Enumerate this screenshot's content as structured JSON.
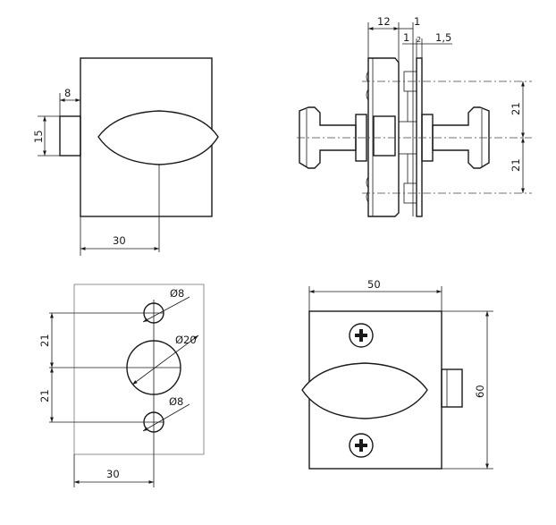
{
  "drawing": {
    "views": [
      "front-view",
      "side-view",
      "drill-template",
      "backplate-view"
    ],
    "dimensions": {
      "bolt_width": "8",
      "bolt_height": "15",
      "front_offset": "30",
      "side_depth": "12",
      "side_gap_a": "1",
      "side_gap_b": "1",
      "side_plate_gap": "2",
      "side_plate_thickness": "1,5",
      "side_upper_spacing": "21",
      "side_lower_spacing": "21",
      "hole_top_diameter": "Ø8",
      "hole_center_diameter": "Ø20",
      "hole_bottom_diameter": "Ø8",
      "template_upper_spacing": "21",
      "template_lower_spacing": "21",
      "template_offset": "30",
      "plate_width": "50",
      "plate_height": "60"
    }
  }
}
